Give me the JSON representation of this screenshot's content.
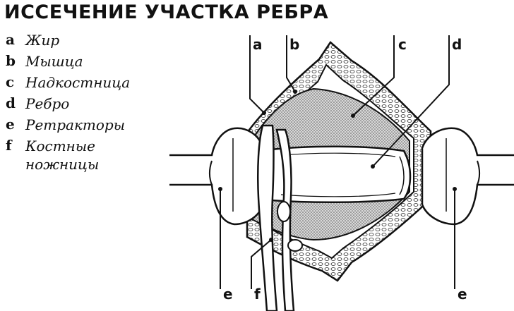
{
  "title": "ИССЕЧЕНИЕ УЧАСТКА РЕБРА",
  "legend": [
    {
      "key": "a",
      "text": "Жир"
    },
    {
      "key": "b",
      "text": "Мышца"
    },
    {
      "key": "c",
      "text": "Надкостница"
    },
    {
      "key": "d",
      "text": "Ребро"
    },
    {
      "key": "e",
      "text": "Ретракторы"
    },
    {
      "key": "f",
      "text": "Костные ножницы"
    }
  ],
  "callouts": {
    "a": "a",
    "b": "b",
    "c": "c",
    "d": "d",
    "e_left": "e",
    "f": "f",
    "e_right": "e"
  }
}
